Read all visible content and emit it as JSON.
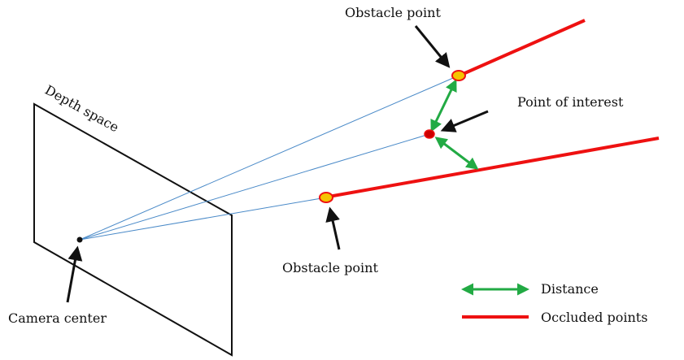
{
  "labels": {
    "depth_space": "Depth space",
    "obstacle_top": "Obstacle point",
    "point_of_interest": "Point of interest",
    "obstacle_bottom": "Obstacle point",
    "camera_center": "Camera center"
  },
  "legend": [
    {
      "key": "distance",
      "label": "Distance",
      "color": "#22aa44",
      "style": "double-arrow"
    },
    {
      "key": "occluded",
      "label": "Occluded points",
      "color": "#ee1111",
      "style": "line"
    }
  ],
  "colors": {
    "rays": "#4a8ac8",
    "occluded": "#ee1111",
    "distance": "#22aa44",
    "obstacle_fill": "#f5c400",
    "poi_fill": "#cc0000",
    "outline": "#111111"
  }
}
